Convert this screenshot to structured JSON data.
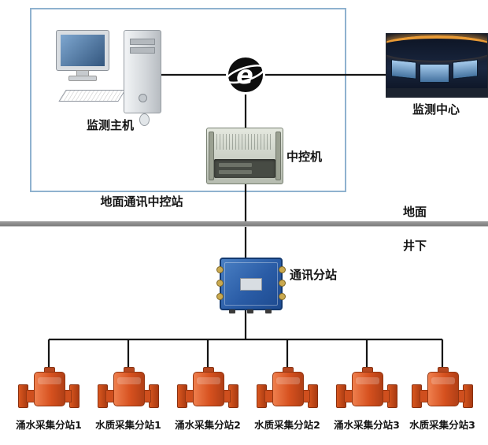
{
  "diagram": {
    "ground_station_box_label": "地面通讯中控站",
    "host_label": "监测主机",
    "center_label": "监测中心",
    "controller_label": "中控机",
    "surface_label": "地面",
    "underground_label": "井下",
    "substation_label": "通讯分站",
    "internet_icon_glyph": "e"
  },
  "devices": [
    "涌水采集分站1",
    "水质采集分站1",
    "涌水采集分站2",
    "水质采集分站2",
    "涌水采集分站3",
    "水质采集分站3"
  ],
  "colors": {
    "connector_line": "#141414",
    "divider_gray": "#8d8d8d",
    "station_box_border": "#8fb2cf",
    "substation_blue": "#2a5ca6",
    "device_orange": "#d6511f"
  }
}
